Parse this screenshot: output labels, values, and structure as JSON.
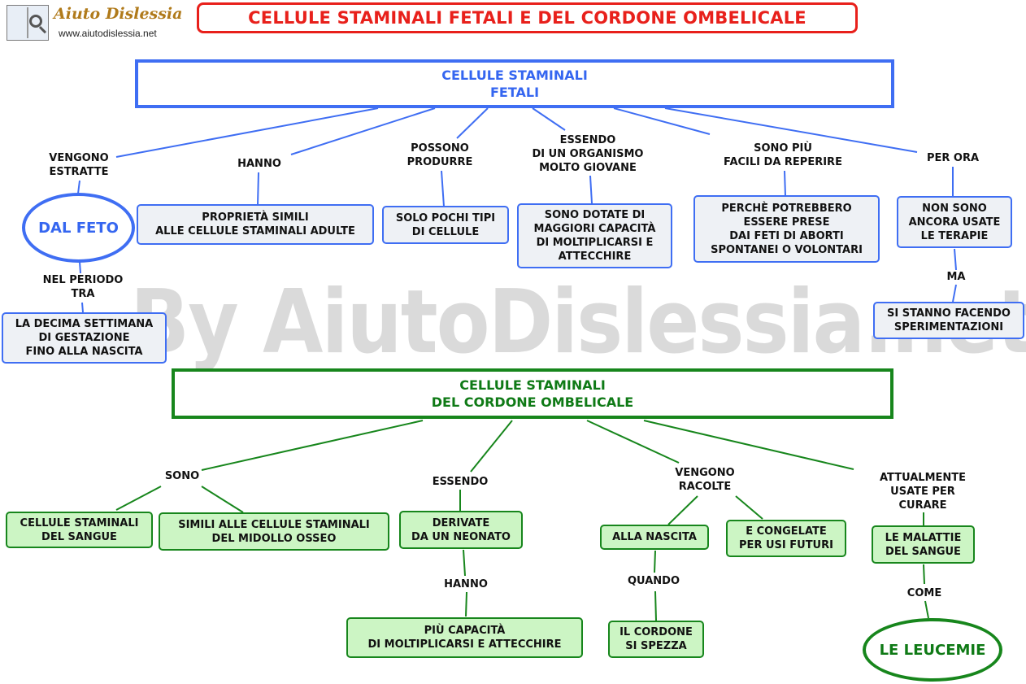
{
  "logo": {
    "name": "Aiuto Dislessia",
    "url": "www.aiutodislessia.net"
  },
  "title": "CELLULE STAMINALI FETALI E DEL CORDONE OMBELICALE",
  "watermark": "By AiutoDislessia.net",
  "fetal": {
    "root": "CELLULE STAMINALI\nFETALI",
    "labels": {
      "vengono_estratte": "VENGONO\nESTRATTE",
      "hanno": "HANNO",
      "possono_produrre": "POSSONO\nPRODURRE",
      "essendo_organismo": "ESSENDO\nDI UN ORGANISMO\nMOLTO GIOVANE",
      "sono_piu_facili": "SONO PIÙ\nFACILI DA REPERIRE",
      "per_ora": "PER ORA",
      "nel_periodo_tra": "NEL PERIODO\nTRA",
      "ma": "MA"
    },
    "nodes": {
      "dal_feto": "DAL FETO",
      "proprieta": "PROPRIETÀ SIMILI\nALLE CELLULE STAMINALI ADULTE",
      "pochi_tipi": "SOLO POCHI TIPI\nDI CELLULE",
      "capacita": "SONO DOTATE DI\nMAGGIORI CAPACITÀ\nDI MOLTIPLICARSI E\nATTECCHIRE",
      "aborti": "PERCHÈ  POTREBBERO\nESSERE PRESE\nDAI FETI DI ABORTI\nSPONTANEI O VOLONTARI",
      "non_usate": "NON SONO\nANCORA USATE\nLE TERAPIE",
      "settimana": "LA DECIMA SETTIMANA\nDI GESTAZIONE\nFINO ALLA NASCITA",
      "sperimentazioni": "SI STANNO FACENDO\nSPERIMENTAZIONI"
    }
  },
  "cord": {
    "root": "CELLULE STAMINALI\nDEL CORDONE OMBELICALE",
    "labels": {
      "sono": "SONO",
      "essendo": "ESSENDO",
      "vengono_raccolte": "VENGONO\nRACOLTE",
      "attualmente": "ATTUALMENTE\nUSATE PER CURARE",
      "hanno": "HANNO",
      "quando": "QUANDO",
      "come": "COME"
    },
    "nodes": {
      "sangue": "CELLULE STAMINALI\nDEL SANGUE",
      "midollo": "SIMILI ALLE CELLULE STAMINALI\nDEL MIDOLLO OSSEO",
      "neonato": "DERIVATE\nDA UN NEONATO",
      "piu_capacita": "PIÙ CAPACITÀ\nDI MOLTIPLICARSI E ATTECCHIRE",
      "alla_nascita": "ALLA NASCITA",
      "congelate": "E CONGELATE\nPER USI FUTURI",
      "cordone_spezza": "IL CORDONE\nSI SPEZZA",
      "malattie": "LE MALATTIE\nDEL SANGUE",
      "leucemie": "LE LEUCEMIE"
    }
  },
  "colors": {
    "blue": "#3f6ef3",
    "green": "#17861c",
    "red": "#e8201b",
    "blue_fill": "#eef1f5",
    "green_fill": "#ccf5c4"
  }
}
